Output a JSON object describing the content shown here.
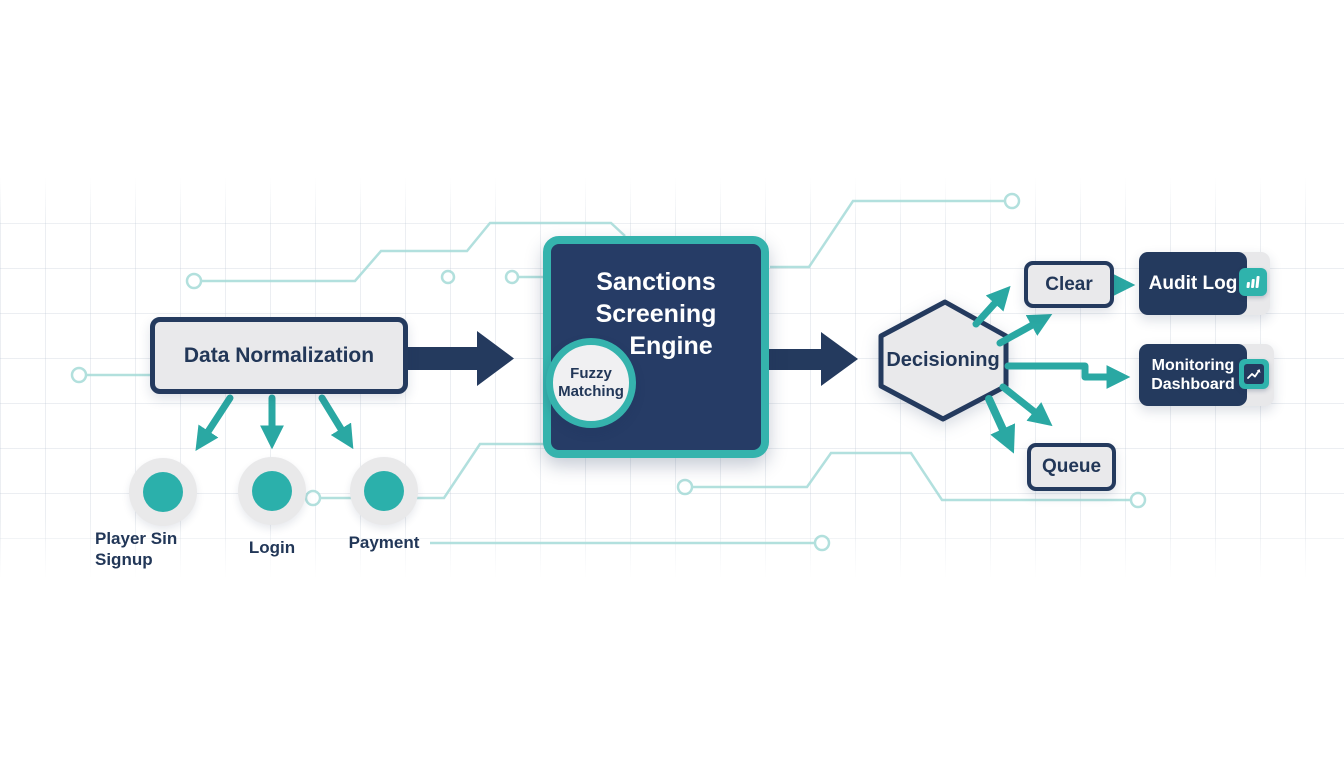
{
  "diagram": {
    "nodes": {
      "data_normalization": "Data Normalization",
      "sources": [
        {
          "line1": "Player Sin",
          "line2": "Signup"
        },
        {
          "line1": "Login"
        },
        {
          "line1": "Payment"
        }
      ],
      "engine": {
        "line1": "Sanctions",
        "line2": "Screening",
        "line3": "Engine"
      },
      "fuzzy_badge": {
        "line1": "Fuzzy",
        "line2": "Matching"
      },
      "decisioning": "Decisioning",
      "clear": "Clear",
      "queue": "Queue",
      "audit_log": "Audit Log",
      "monitoring": {
        "line1": "Monitoring",
        "line2": "Dashboard"
      }
    },
    "icons": {
      "audit": "bar-chart-icon",
      "monitoring": "line-chart-icon"
    },
    "colors": {
      "navy": "#243a5e",
      "teal": "#2aa8a3",
      "teal_border": "#35b3ad",
      "trace_teal": "#a5dbd8",
      "box_gray": "#e9e9eb",
      "text_navy": "#223758",
      "white": "#ffffff"
    }
  }
}
